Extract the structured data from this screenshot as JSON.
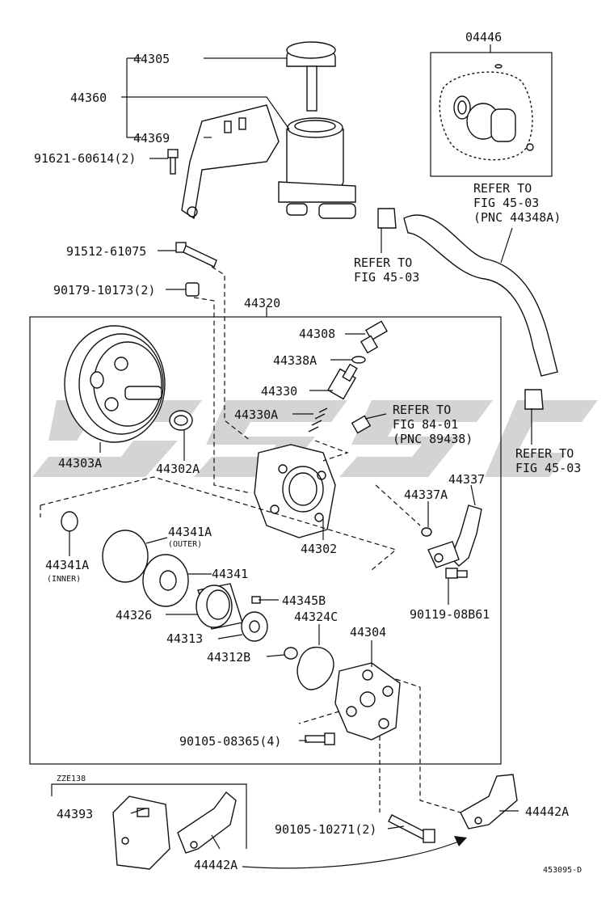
{
  "figure_id": "453095-D",
  "labels": {
    "l44305": "44305",
    "l44360": "44360",
    "l44369": "44369",
    "l91621": "91621-60614(2)",
    "l04446": "04446",
    "l91512": "91512-61075",
    "l90179": "90179-10173(2)",
    "l44320": "44320",
    "l44308": "44308",
    "l44338A": "44338A",
    "l44330": "44330",
    "l44330A": "44330A",
    "l44303A": "44303A",
    "l44302A": "44302A",
    "l44302": "44302",
    "l44337": "44337",
    "l44337A": "44337A",
    "l44341A_outer": "44341A",
    "outer_note": "(OUTER)",
    "l44341A_inner": "44341A",
    "inner_note": "(INNER)",
    "l44341": "44341",
    "l44326": "44326",
    "l44345B": "44345B",
    "l44324C": "44324C",
    "l44313": "44313",
    "l44312B": "44312B",
    "l44304": "44304",
    "l90119": "90119-08B61",
    "l90105a": "90105-08365(4)",
    "zze": "ZZE138",
    "l44393": "44393",
    "l44442A_a": "44442A",
    "l44442A_b": "44442A",
    "l90105b": "90105-10271(2)"
  },
  "refers": {
    "r1": [
      "REFER TO",
      "FIG 45-03",
      "(PNC 44348A)"
    ],
    "r2": [
      "REFER TO",
      "FIG 45-03"
    ],
    "r3": [
      "REFER TO",
      "FIG 84-01",
      "(PNC 89438)"
    ],
    "r4": [
      "REFER TO",
      "FIG 45-03"
    ]
  }
}
